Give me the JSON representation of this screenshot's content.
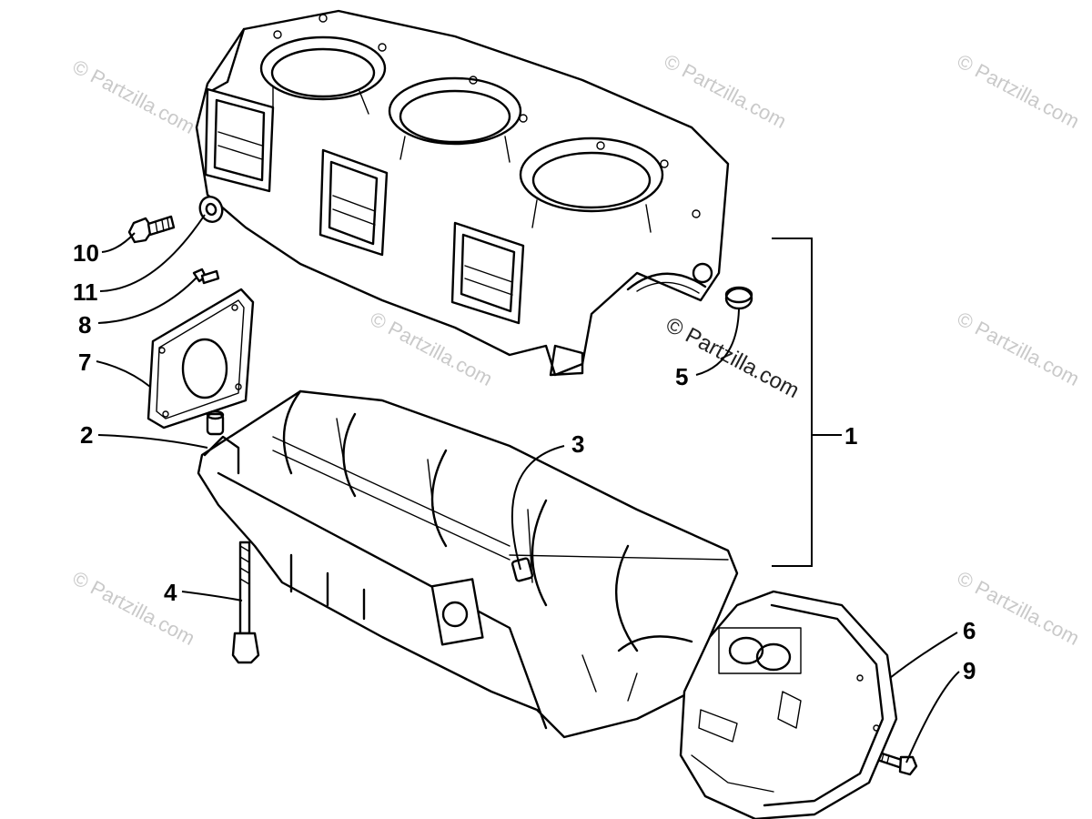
{
  "diagram": {
    "watermark_text": "© Partzilla.com",
    "callouts": [
      {
        "label": "1",
        "part": "crankcase-assembly"
      },
      {
        "label": "2",
        "part": "dowel-pin"
      },
      {
        "label": "3",
        "part": "dowel-pin"
      },
      {
        "label": "4",
        "part": "long-bolt"
      },
      {
        "label": "5",
        "part": "bushing"
      },
      {
        "label": "6",
        "part": "flywheel-housing"
      },
      {
        "label": "7",
        "part": "cover-plate"
      },
      {
        "label": "8",
        "part": "screw"
      },
      {
        "label": "9",
        "part": "bolt"
      },
      {
        "label": "10",
        "part": "bolt"
      },
      {
        "label": "11",
        "part": "washer"
      }
    ]
  }
}
